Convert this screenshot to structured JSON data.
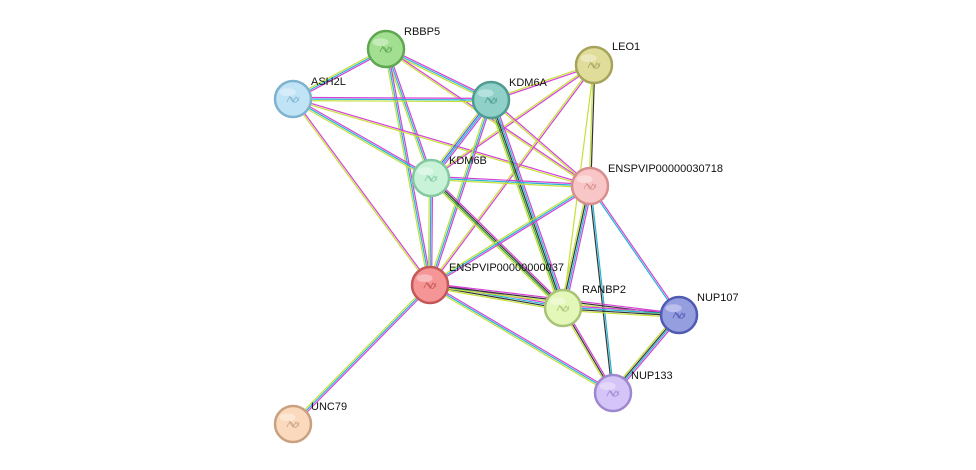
{
  "network": {
    "nodes": [
      {
        "id": "RBBP5",
        "label": "RBBP5",
        "fill": "#a3df91",
        "stroke": "#5ea650"
      },
      {
        "id": "LEO1",
        "label": "LEO1",
        "fill": "#e0dc9a",
        "stroke": "#a6a35b"
      },
      {
        "id": "ASH2L",
        "label": "ASH2L",
        "fill": "#c0e4f6",
        "stroke": "#7fb2cf"
      },
      {
        "id": "KDM6A",
        "label": "KDM6A",
        "fill": "#8fd0c8",
        "stroke": "#4e9b92"
      },
      {
        "id": "KDM6B",
        "label": "KDM6B",
        "fill": "#c9f3d9",
        "stroke": "#82c9a0"
      },
      {
        "id": "ENSPVIP00000030718",
        "label": "ENSPVIP00000030718",
        "fill": "#f8c6c6",
        "stroke": "#d68e8e"
      },
      {
        "id": "ENSPVIP00000000037",
        "label": "ENSPVIP00000000037",
        "fill": "#f59595",
        "stroke": "#c45757"
      },
      {
        "id": "RANBP2",
        "label": "RANBP2",
        "fill": "#e3f7b9",
        "stroke": "#a8c277"
      },
      {
        "id": "NUP107",
        "label": "NUP107",
        "fill": "#959fe0",
        "stroke": "#4f5ab0"
      },
      {
        "id": "NUP133",
        "label": "NUP133",
        "fill": "#d5c4f7",
        "stroke": "#9d88cf"
      },
      {
        "id": "UNC79",
        "label": "UNC79",
        "fill": "#fad9bd",
        "stroke": "#c9a080"
      }
    ],
    "edges": [
      {
        "source": "RBBP5",
        "target": "ASH2L",
        "colors": [
          "#d541d5",
          "#21b5d5",
          "#c6e03a"
        ]
      },
      {
        "source": "RBBP5",
        "target": "KDM6A",
        "colors": [
          "#d541d5",
          "#21b5d5",
          "#c6e03a"
        ]
      },
      {
        "source": "RBBP5",
        "target": "KDM6B",
        "colors": [
          "#d541d5",
          "#21b5d5",
          "#c6e03a"
        ]
      },
      {
        "source": "RBBP5",
        "target": "ENSPVIP00000030718",
        "colors": [
          "#d541d5",
          "#c6e03a"
        ]
      },
      {
        "source": "RBBP5",
        "target": "ENSPVIP00000000037",
        "colors": [
          "#d541d5",
          "#21b5d5",
          "#c6e03a"
        ]
      },
      {
        "source": "ASH2L",
        "target": "KDM6A",
        "colors": [
          "#d541d5",
          "#21b5d5",
          "#c6e03a"
        ]
      },
      {
        "source": "ASH2L",
        "target": "KDM6B",
        "colors": [
          "#d541d5",
          "#21b5d5",
          "#c6e03a"
        ]
      },
      {
        "source": "ASH2L",
        "target": "ENSPVIP00000030718",
        "colors": [
          "#d541d5",
          "#c6e03a"
        ]
      },
      {
        "source": "ASH2L",
        "target": "ENSPVIP00000000037",
        "colors": [
          "#d541d5",
          "#c6e03a"
        ]
      },
      {
        "source": "LEO1",
        "target": "KDM6A",
        "colors": [
          "#d541d5",
          "#c6e03a"
        ]
      },
      {
        "source": "LEO1",
        "target": "KDM6B",
        "colors": [
          "#d541d5",
          "#c6e03a"
        ]
      },
      {
        "source": "LEO1",
        "target": "ENSPVIP00000030718",
        "colors": [
          "#333333",
          "#c6e03a"
        ]
      },
      {
        "source": "LEO1",
        "target": "ENSPVIP00000000037",
        "colors": [
          "#d541d5",
          "#c6e03a"
        ]
      },
      {
        "source": "LEO1",
        "target": "RANBP2",
        "colors": [
          "#c6e03a"
        ]
      },
      {
        "source": "KDM6A",
        "target": "KDM6B",
        "colors": [
          "#d541d5",
          "#21b5d5",
          "#5561e0",
          "#c6e03a"
        ]
      },
      {
        "source": "KDM6A",
        "target": "ENSPVIP00000030718",
        "colors": [
          "#d541d5",
          "#c6e03a"
        ]
      },
      {
        "source": "KDM6A",
        "target": "ENSPVIP00000000037",
        "colors": [
          "#d541d5",
          "#21b5d5",
          "#c6e03a"
        ]
      },
      {
        "source": "KDM6A",
        "target": "RANBP2",
        "colors": [
          "#d541d5",
          "#21b5d5",
          "#333333",
          "#2e9e2e",
          "#c6e03a"
        ]
      },
      {
        "source": "KDM6B",
        "target": "ENSPVIP00000030718",
        "colors": [
          "#d541d5",
          "#21b5d5",
          "#c6e03a"
        ]
      },
      {
        "source": "KDM6B",
        "target": "ENSPVIP00000000037",
        "colors": [
          "#d541d5",
          "#21b5d5",
          "#c6e03a"
        ]
      },
      {
        "source": "KDM6B",
        "target": "RANBP2",
        "colors": [
          "#d541d5",
          "#333333",
          "#2e9e2e",
          "#c6e03a"
        ]
      },
      {
        "source": "ENSPVIP00000030718",
        "target": "ENSPVIP00000000037",
        "colors": [
          "#d541d5",
          "#21b5d5",
          "#c6e03a"
        ]
      },
      {
        "source": "ENSPVIP00000030718",
        "target": "RANBP2",
        "colors": [
          "#d541d5",
          "#21b5d5",
          "#333333",
          "#c6e03a"
        ]
      },
      {
        "source": "ENSPVIP00000030718",
        "target": "NUP107",
        "colors": [
          "#d541d5",
          "#21b5d5"
        ]
      },
      {
        "source": "ENSPVIP00000030718",
        "target": "NUP133",
        "colors": [
          "#21b5d5",
          "#333333"
        ]
      },
      {
        "source": "ENSPVIP00000000037",
        "target": "RANBP2",
        "colors": [
          "#d541d5",
          "#21b5d5",
          "#333333",
          "#c6e03a"
        ]
      },
      {
        "source": "ENSPVIP00000000037",
        "target": "NUP107",
        "colors": [
          "#d541d5",
          "#333333",
          "#c6e03a"
        ]
      },
      {
        "source": "ENSPVIP00000000037",
        "target": "NUP133",
        "colors": [
          "#d541d5",
          "#21b5d5",
          "#c6e03a"
        ]
      },
      {
        "source": "ENSPVIP00000000037",
        "target": "UNC79",
        "colors": [
          "#d541d5",
          "#21b5d5",
          "#c6e03a"
        ]
      },
      {
        "source": "RANBP2",
        "target": "NUP107",
        "colors": [
          "#d541d5",
          "#21b5d5",
          "#333333",
          "#c6e03a"
        ]
      },
      {
        "source": "RANBP2",
        "target": "NUP133",
        "colors": [
          "#d541d5",
          "#333333",
          "#c6e03a"
        ]
      },
      {
        "source": "NUP107",
        "target": "NUP133",
        "colors": [
          "#d541d5",
          "#21b5d5",
          "#333333",
          "#c6e03a"
        ]
      }
    ]
  }
}
